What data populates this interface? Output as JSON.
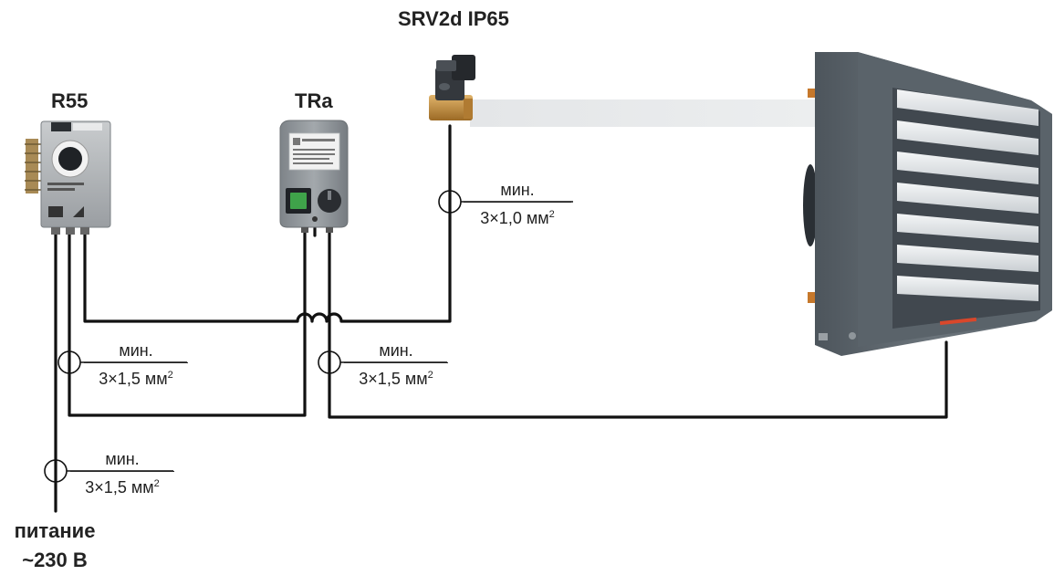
{
  "devices": {
    "r55": {
      "label": "R55",
      "icon": "thermostat-icon"
    },
    "tra": {
      "label": "TRa",
      "icon": "speed-controller-icon"
    },
    "srv": {
      "label": "SRV2d IP65",
      "icon": "solenoid-valve-icon"
    },
    "heater": {
      "label": "",
      "icon": "air-heater-icon"
    }
  },
  "cables": {
    "power": {
      "min": "мин.",
      "spec": "3×1,5 мм",
      "sup": "2"
    },
    "r55_tra": {
      "min": "мин.",
      "spec": "3×1,5 мм",
      "sup": "2"
    },
    "tra_heater": {
      "min": "мин.",
      "spec": "3×1,5 мм",
      "sup": "2"
    },
    "valve": {
      "min": "мин.",
      "spec": "3×1,0 мм",
      "sup": "2"
    }
  },
  "supply": {
    "line1": "питание",
    "line2": "~230 В"
  },
  "colors": {
    "wire": "#111111",
    "device_grey": "#8c9196",
    "heater_body": "#5f6870",
    "louver": "#dfe3e6",
    "brass": "#c08a3e"
  }
}
